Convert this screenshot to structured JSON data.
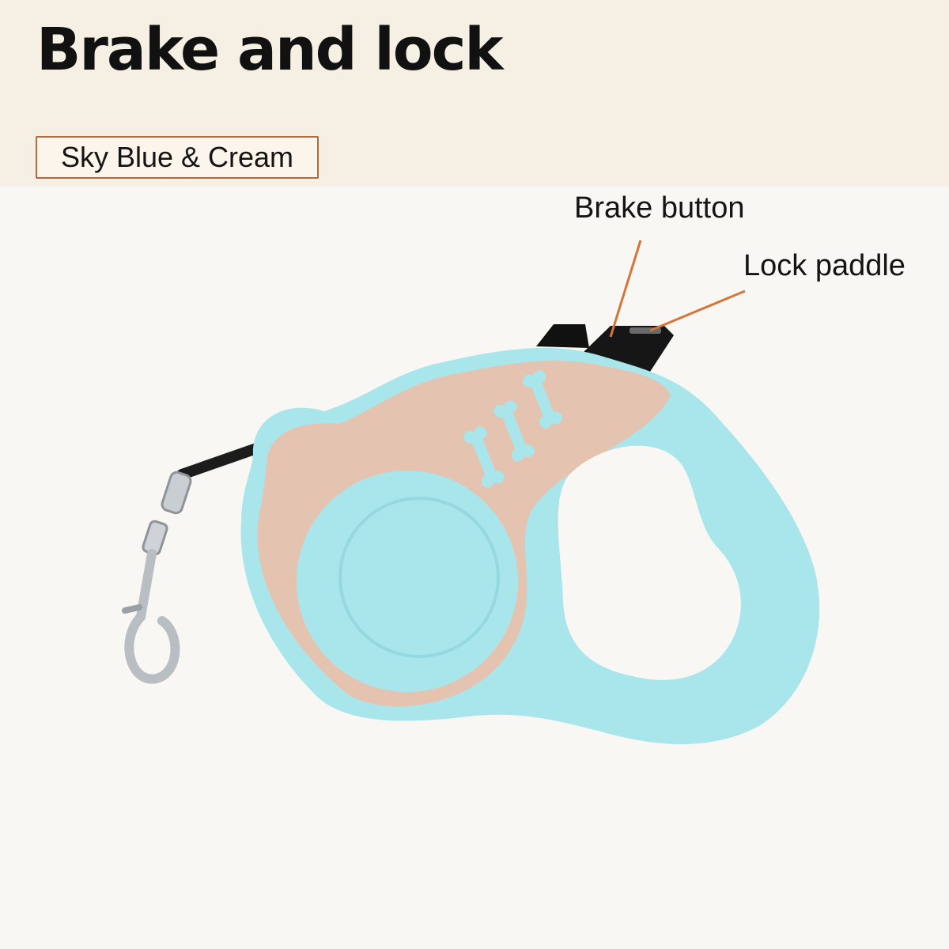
{
  "header": {
    "title": "Brake and lock",
    "color_badge": "Sky Blue & Cream"
  },
  "callouts": {
    "brake_button": "Brake button",
    "lock_paddle": "Lock paddle"
  },
  "colors": {
    "header_bg": "#f6efe4",
    "page_bg": "#f9f7f3",
    "sky_blue": "#a9e6ec",
    "cream": "#e4c4b0",
    "leader_line": "#d4763a",
    "badge_border": "#b06a3c"
  }
}
